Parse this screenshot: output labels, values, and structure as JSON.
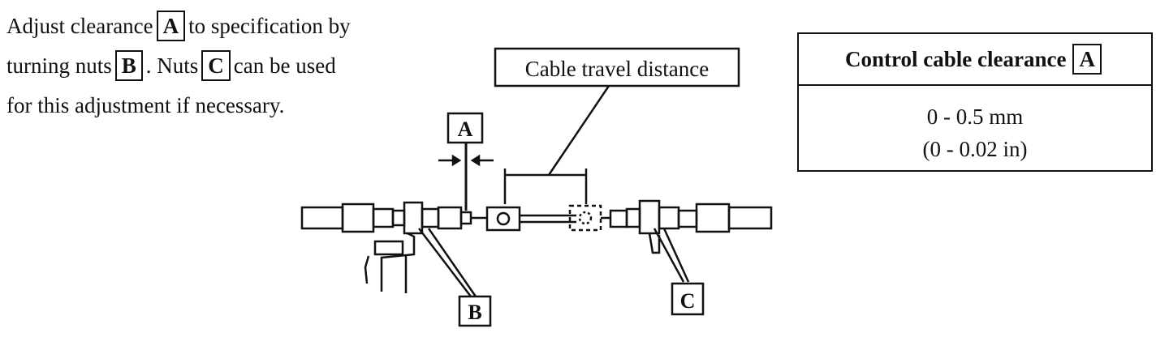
{
  "instructions": {
    "line1_pre": "Adjust clearance",
    "line1_box": "A",
    "line1_post": "to specification by",
    "line2_pre": "turning nuts",
    "line2_box": "B",
    "line2_mid": ".  Nuts",
    "line2_box2": "C",
    "line2_post": "can be used",
    "line3": "for this adjustment if necessary."
  },
  "spec_table": {
    "header": "Control cable clearance",
    "header_box": "A",
    "value_mm": "0 - 0.5 mm",
    "value_in": "(0 - 0.02 in)"
  },
  "diagram": {
    "travel_label": "Cable travel distance",
    "callout_a": "A",
    "callout_b": "B",
    "callout_c": "C"
  }
}
